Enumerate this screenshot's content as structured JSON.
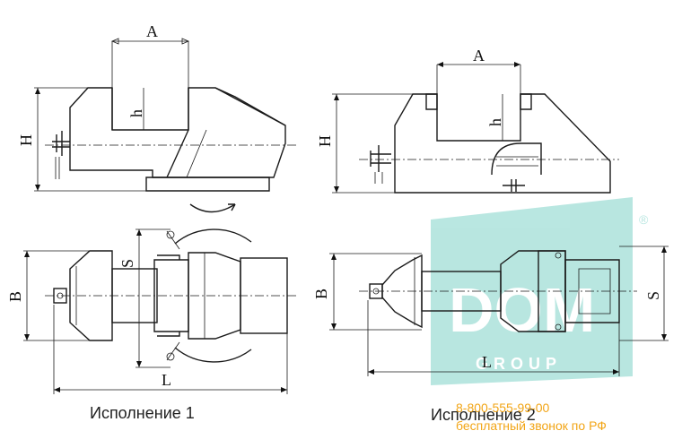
{
  "dimensions": {
    "A": "A",
    "h": "h",
    "H": "H",
    "B": "B",
    "S": "S",
    "L": "L"
  },
  "captions": {
    "variant1": "Исполнение 1",
    "variant2": "Исполнение 2"
  },
  "watermark": {
    "logo": "DOM",
    "sub": "GROUP",
    "reg": "®",
    "phone": "8-800-555-99-00",
    "tagline": "бесплатный звонок по РФ",
    "color": "#7fd3c8",
    "phone_color": "#f2a516"
  }
}
